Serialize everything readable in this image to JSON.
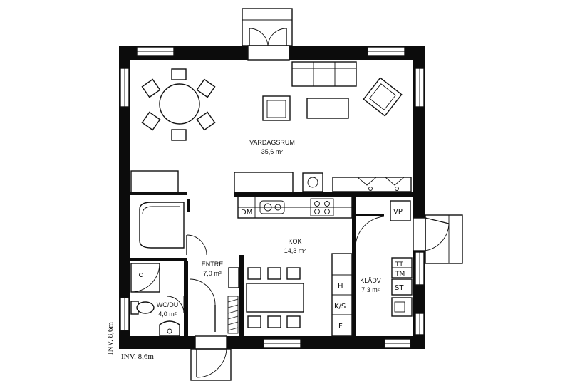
{
  "rooms": {
    "vardagsrum": {
      "name": "VARDAGSRUM",
      "area": "35,6 m²"
    },
    "kok": {
      "name": "KOK",
      "area": "14,3 m²"
    },
    "entre": {
      "name": "ENTRE",
      "area": "7,0 m²"
    },
    "wcdu": {
      "name": "WC/DU",
      "area": "4,0 m²"
    },
    "kladv": {
      "name": "KLÄDV",
      "area": "7,3 m²"
    }
  },
  "fixtures": {
    "dm": "DM",
    "vp": "VP",
    "tt": "TT",
    "tm": "TM",
    "st": "ST",
    "h": "H",
    "ks": "K/S",
    "f": "F"
  },
  "dimensions": {
    "horizontal": "INV. 8,6m",
    "vertical": "INV. 8,6m"
  }
}
